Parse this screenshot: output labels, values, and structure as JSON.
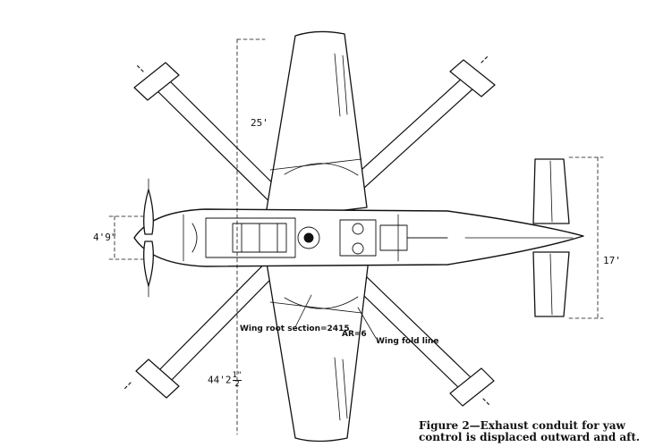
{
  "labels": {
    "span_25": "25'",
    "fuselage_width": "4'9\"",
    "length_17": "17'",
    "wing_root": "Wing root section=2415",
    "aspect_ratio": "AR=6",
    "wing_fold": "Wing fold line",
    "rotor_span_whole": "44'2",
    "rotor_span_num": "1\"",
    "rotor_span_den": "2"
  },
  "caption": {
    "line1": "Figure 2—Exhaust conduit for yaw",
    "line2": "control is displaced outward and aft."
  }
}
